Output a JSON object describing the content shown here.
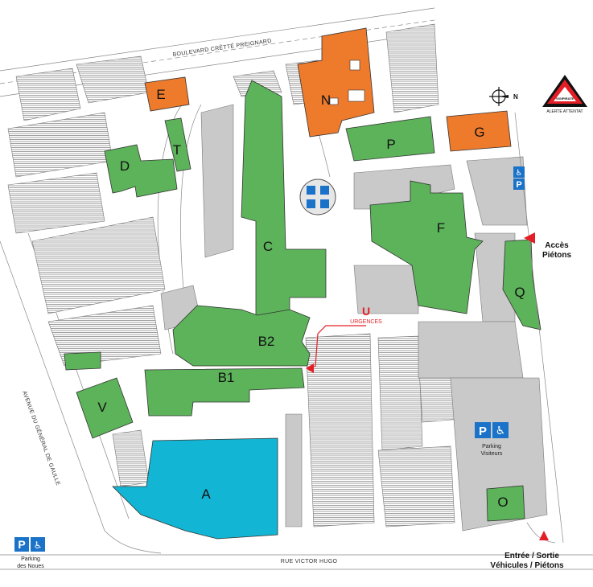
{
  "streets": {
    "boulevard": "BOULEVARD CRÊTTÉ PREIGNARD",
    "avenue": "AVENUE DU GÉNÉRAL DE GAULLE",
    "rue": "RUE VICTOR HUGO"
  },
  "buildings": {
    "A": "A",
    "B1": "B1",
    "B2": "B2",
    "C": "C",
    "D": "D",
    "E": "E",
    "F": "F",
    "G": "G",
    "N": "N",
    "O": "O",
    "P": "P",
    "Q": "Q",
    "T": "T",
    "V": "V"
  },
  "labels": {
    "urgences": "URGENCES",
    "urgences_letter": "U",
    "acces_line1": "Accès",
    "acces_line2": "Piétons",
    "parking_visiteurs_1": "Parking",
    "parking_visiteurs_2": "Visiteurs",
    "parking_noues_1": "Parking",
    "parking_noues_2": "des Noues",
    "entree_line1": "Entrée / Sortie",
    "entree_line2": "Véhicules / Piétons",
    "parking_p": "P",
    "north": "N"
  },
  "vigipirate": {
    "title": "VIGIPIRATE",
    "subtitle": "ALERTE ATTENTAT"
  },
  "colors": {
    "green": "#5cb35a",
    "orange": "#ee7a2c",
    "cyan": "#12b5d3",
    "red": "#e41e26",
    "blue": "#1a72c9"
  },
  "icons": [
    "parking-icon",
    "wheelchair-icon",
    "compass-icon",
    "vigipirate-icon",
    "urgences-icon",
    "access-arrow-icon"
  ]
}
